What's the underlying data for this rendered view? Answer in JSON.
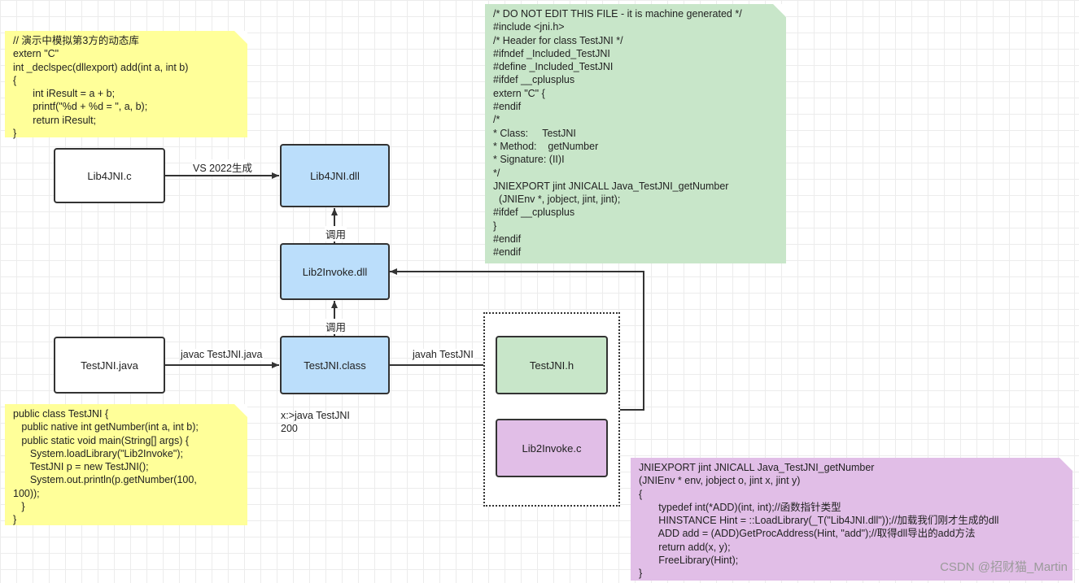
{
  "notes": {
    "dll_source": "// 演示中模拟第3方的动态库\nextern \"C\"\nint _declspec(dllexport) add(int a, int b)\n{\n       int iResult = a + b;\n       printf(\"%d + %d = \", a, b);\n       return iResult;\n}",
    "jni_header": "/* DO NOT EDIT THIS FILE - it is machine generated */\n#include <jni.h>\n/* Header for class TestJNI */\n#ifndef _Included_TestJNI\n#define _Included_TestJNI\n#ifdef __cplusplus\nextern \"C\" {\n#endif\n/*\n* Class:     TestJNI\n* Method:    getNumber\n* Signature: (II)I\n*/\nJNIEXPORT jint JNICALL Java_TestJNI_getNumber\n  (JNIEnv *, jobject, jint, jint);\n#ifdef __cplusplus\n}\n#endif\n#endif",
    "java_source": "public class TestJNI {\n   public native int getNumber(int a, int b);\n   public static void main(String[] args) {\n      System.loadLibrary(\"Lib2Invoke\");\n      TestJNI p = new TestJNI();\n      System.out.println(p.getNumber(100,\n100));\n   }\n}",
    "invoke_source": "JNIEXPORT jint JNICALL Java_TestJNI_getNumber\n(JNIEnv * env, jobject o, jint x, jint y)\n{\n       typedef int(*ADD)(int, int);//函数指针类型\n       HINSTANCE Hint = ::LoadLibrary(_T(\"Lib4JNI.dll\"));//加载我们刚才生成的dll\n       ADD add = (ADD)GetProcAddress(Hint, \"add\");//取得dll导出的add方法\n       return add(x, y);\n       FreeLibrary(Hint);\n}"
  },
  "boxes": {
    "lib4jni_c": "Lib4JNI.c",
    "lib4jni_dll": "Lib4JNI.dll",
    "lib2invoke_dll": "Lib2Invoke.dll",
    "testjni_java": "TestJNI.java",
    "testjni_class": "TestJNI.class",
    "testjni_h": "TestJNI.h",
    "lib2invoke_c": "Lib2Invoke.c"
  },
  "labels": {
    "vs_build": "VS 2022生成",
    "call_upper": "调用",
    "call_lower": "调用",
    "javac": "javac TestJNI.java",
    "javah": "javah TestJNI",
    "run_output": "x:>java TestJNI\n200"
  },
  "watermark": "CSDN @招财猫_Martin"
}
